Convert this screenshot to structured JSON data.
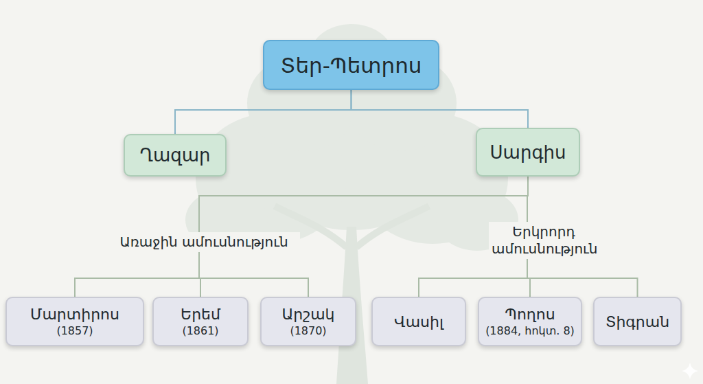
{
  "diagram": {
    "nodes": [
      {
        "text": [
          "Տեր-Պետրոս"
        ]
      },
      {
        "text": [
          "Ղազար"
        ]
      },
      {
        "text": [
          "Սարգիս"
        ]
      },
      {
        "text": [
          "Մարտիրոս",
          "(1857)"
        ]
      },
      {
        "text": [
          "Երեմ",
          "(1861)"
        ]
      },
      {
        "text": [
          "Արշակ",
          "(1870)"
        ]
      },
      {
        "text": [
          "Վասիլ"
        ]
      },
      {
        "text": [
          "Պողոս",
          "(1884, հոկտ. 8)"
        ]
      },
      {
        "text": [
          "Տիգրան"
        ]
      }
    ],
    "edges": [
      {
        "from": 0,
        "to": 1,
        "arrow": "none"
      },
      {
        "from": 0,
        "to": 2,
        "arrow": "none"
      },
      {
        "from": 2,
        "to": 3,
        "arrow": "none"
      },
      {
        "from": 2,
        "to": 4,
        "arrow": "none"
      },
      {
        "from": 2,
        "to": 5,
        "arrow": "none"
      },
      {
        "from": 2,
        "to": 6,
        "arrow": "none"
      },
      {
        "from": 2,
        "to": 7,
        "arrow": "none"
      },
      {
        "from": 2,
        "to": 8,
        "arrow": "none"
      }
    ],
    "labels": [
      "Առաջին ամուսնություն",
      "Երկրորդ ամուսնություն"
    ]
  }
}
